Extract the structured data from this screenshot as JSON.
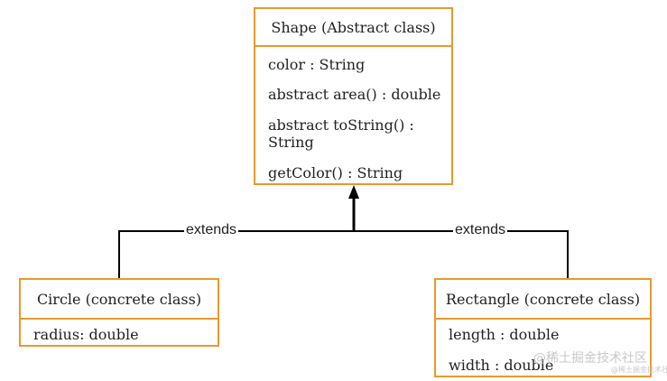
{
  "diagram": {
    "shape": {
      "title": "Shape (Abstract class)",
      "members": [
        "color : String",
        "abstract area() : double",
        "abstract toString() :",
        "String",
        "getColor() : String"
      ]
    },
    "circle": {
      "title": "Circle (concrete class)",
      "members": [
        "radius: double"
      ]
    },
    "rectangle": {
      "title": "Rectangle (concrete class)",
      "members": [
        "length : double",
        "width : double"
      ]
    },
    "edges": {
      "left_label": "extends",
      "right_label": "extends"
    },
    "colors": {
      "box_border": "#e69a2e",
      "line": "#000000"
    }
  },
  "watermark": {
    "main": "@稀土掘金技术社区",
    "sub": "@稀土掘金技术社区"
  }
}
